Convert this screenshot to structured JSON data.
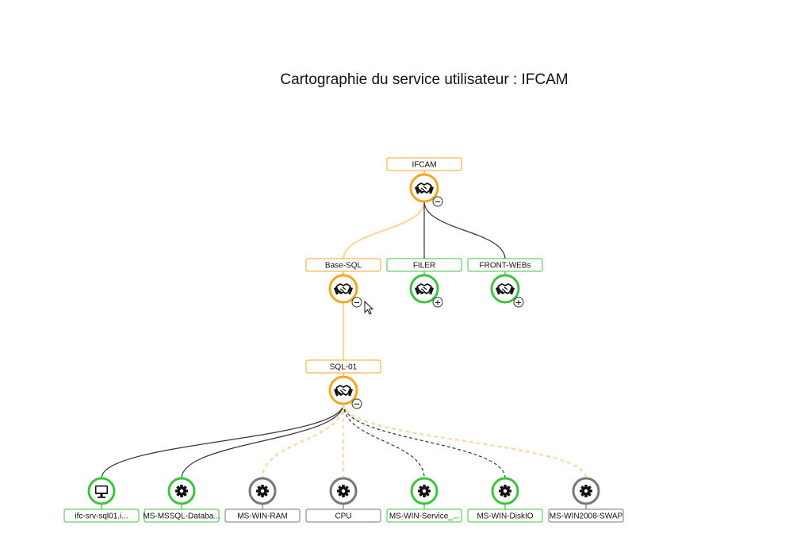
{
  "title": "Cartographie du service utilisateur : IFCAM",
  "colors": {
    "warning": "#f5a623",
    "ok": "#3cc43c",
    "unknown": "#777777",
    "link_ok": "#333333",
    "link_warn": "#fcd9a6"
  },
  "nodes": {
    "ifcam": {
      "label": "IFCAM",
      "icon": "handshake-icon",
      "status": "warning",
      "toggle": "−"
    },
    "base_sql": {
      "label": "Base-SQL",
      "icon": "handshake-icon",
      "status": "warning",
      "toggle": "−"
    },
    "filer": {
      "label": "FILER",
      "icon": "handshake-icon",
      "status": "ok",
      "toggle": "+"
    },
    "front_webs": {
      "label": "FRONT-WEBs",
      "icon": "handshake-icon",
      "status": "ok",
      "toggle": "+"
    },
    "sql_01": {
      "label": "SQL-01",
      "icon": "handshake-icon",
      "status": "warning",
      "toggle": "−"
    },
    "host": {
      "label": "ifc-srv-sql01.i...",
      "icon": "monitor-icon",
      "status": "ok"
    },
    "mssql": {
      "label": "MS-MSSQL-Databa...",
      "icon": "gear-icon",
      "status": "ok"
    },
    "win_ram": {
      "label": "MS-WIN-RAM",
      "icon": "gear-icon",
      "status": "unknown"
    },
    "cpu": {
      "label": "CPU",
      "icon": "gear-icon",
      "status": "unknown"
    },
    "win_service": {
      "label": "MS-WIN-Service_...",
      "icon": "gear-icon",
      "status": "ok"
    },
    "win_diskio": {
      "label": "MS-WIN-DiskIO",
      "icon": "gear-icon",
      "status": "ok"
    },
    "win_swap": {
      "label": "MS-WIN2008-SWAP",
      "icon": "gear-icon",
      "status": "unknown"
    }
  }
}
